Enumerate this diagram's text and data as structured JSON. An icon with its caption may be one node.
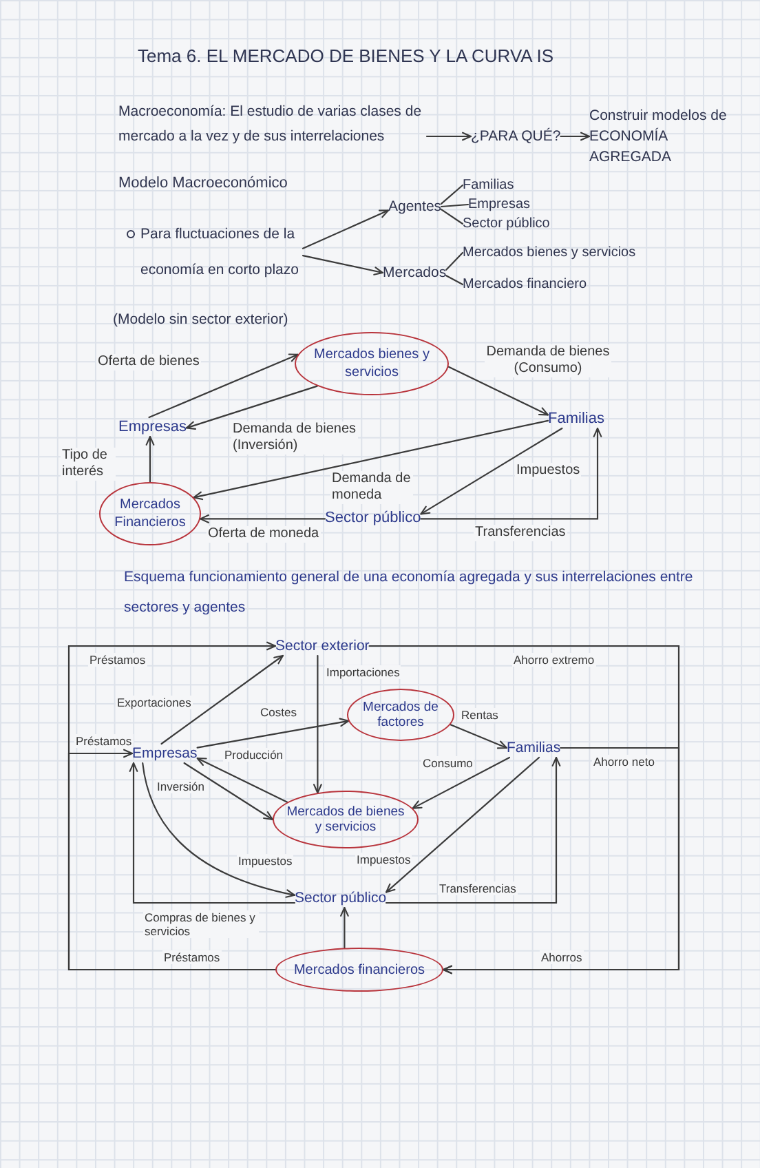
{
  "diagram": {
    "title": "Tema 6. EL MERCADO DE BIENES Y LA CURVA IS",
    "nodes": [
      {
        "text": [
          "Macroeconomía: El estudio de varias clases de mercado a la vez y de sus interrelaciones"
        ]
      },
      {
        "text": [
          "¿PARA QUÉ?"
        ]
      },
      {
        "text": [
          "Construir modelos de ECONOMÍA AGREGADA"
        ]
      },
      {
        "text": [
          "Para fluctuaciones de la economía en corto plazo"
        ]
      },
      {
        "text": [
          "Agentes"
        ]
      },
      {
        "text": [
          "Mercados"
        ]
      },
      {
        "text": [
          "Familias"
        ]
      },
      {
        "text": [
          "Empresas"
        ]
      },
      {
        "text": [
          "Sector público"
        ]
      },
      {
        "text": [
          "Mercados bienes y servicios"
        ]
      },
      {
        "text": [
          "Mercados financiero"
        ]
      },
      {
        "text": [
          "Mercados bienes y servicios"
        ]
      },
      {
        "text": [
          "Empresas"
        ]
      },
      {
        "text": [
          "Familias"
        ]
      },
      {
        "text": [
          "Mercados Financieros"
        ]
      },
      {
        "text": [
          "Sector público"
        ]
      },
      {
        "text": [
          "Sector exterior"
        ]
      },
      {
        "text": [
          "Mercados de factores"
        ]
      },
      {
        "text": [
          "Empresas"
        ]
      },
      {
        "text": [
          "Familias"
        ]
      },
      {
        "text": [
          "Mercados de bienes y servicios"
        ]
      },
      {
        "text": [
          "Sector público"
        ]
      },
      {
        "text": [
          "Mercados financieros"
        ]
      }
    ],
    "edges": [
      {
        "from": 0,
        "to": 1,
        "arrow": "to"
      },
      {
        "from": 1,
        "to": 2,
        "arrow": "to"
      },
      {
        "from": 3,
        "to": 4,
        "arrow": "to"
      },
      {
        "from": 3,
        "to": 5,
        "arrow": "to"
      },
      {
        "from": 4,
        "to": 6,
        "arrow": "none"
      },
      {
        "from": 4,
        "to": 7,
        "arrow": "none"
      },
      {
        "from": 4,
        "to": 8,
        "arrow": "none"
      },
      {
        "from": 5,
        "to": 9,
        "arrow": "none"
      },
      {
        "from": 5,
        "to": 10,
        "arrow": "none"
      },
      {
        "from": 12,
        "to": 11,
        "arrow": "to",
        "label": "Oferta de bienes"
      },
      {
        "from": 11,
        "to": 12,
        "arrow": "to",
        "label": "Demanda de bienes (Inversión)"
      },
      {
        "from": 11,
        "to": 13,
        "arrow": "to",
        "label": "Demanda de bienes (Consumo)"
      },
      {
        "from": 13,
        "to": 14,
        "arrow": "to",
        "label": "Demanda de moneda"
      },
      {
        "from": 13,
        "to": 15,
        "arrow": "to",
        "label": "Impuestos"
      },
      {
        "from": 15,
        "to": 13,
        "arrow": "to",
        "label": "Transferencias"
      },
      {
        "from": 15,
        "to": 14,
        "arrow": "to",
        "label": "Oferta de moneda"
      },
      {
        "from": 14,
        "to": 12,
        "arrow": "to",
        "label": "Tipo de interés"
      },
      {
        "from": 22,
        "to": 16,
        "arrow": "to",
        "label": "Préstamos"
      },
      {
        "from": 22,
        "to": 18,
        "arrow": "to",
        "label": "Préstamos"
      },
      {
        "from": 16,
        "to": 22,
        "arrow": "to",
        "label": "Ahorro extremo"
      },
      {
        "from": 19,
        "to": 22,
        "arrow": "to",
        "label": "Ahorro neto"
      },
      {
        "from": 16,
        "to": 20,
        "arrow": "to",
        "label": "Importaciones"
      },
      {
        "from": 18,
        "to": 16,
        "arrow": "to",
        "label": "Exportaciones"
      },
      {
        "from": 18,
        "to": 17,
        "arrow": "to",
        "label": "Costes"
      },
      {
        "from": 17,
        "to": 19,
        "arrow": "to",
        "label": "Rentas"
      },
      {
        "from": 20,
        "to": 18,
        "arrow": "to",
        "label": "Producción"
      },
      {
        "from": 18,
        "to": 20,
        "arrow": "to",
        "label": "Inversión"
      },
      {
        "from": 19,
        "to": 20,
        "arrow": "to",
        "label": "Consumo"
      },
      {
        "from": 18,
        "to": 21,
        "arrow": "to",
        "label": "Impuestos"
      },
      {
        "from": 21,
        "to": 18,
        "arrow": "to",
        "label": "Compras de bienes y servicios"
      },
      {
        "from": 19,
        "to": 21,
        "arrow": "to",
        "label": "Impuestos"
      },
      {
        "from": 21,
        "to": 19,
        "arrow": "to",
        "label": "Transferencias"
      },
      {
        "from": 22,
        "to": 21,
        "arrow": "to"
      }
    ],
    "labels": [
      "Modelo Macroeconómico",
      "(Modelo sin sector exterior)",
      "Esquema funcionamiento general de una economía agregada y sus interrelaciones entre sectores y agentes",
      "Préstamos",
      "Ahorros"
    ]
  }
}
